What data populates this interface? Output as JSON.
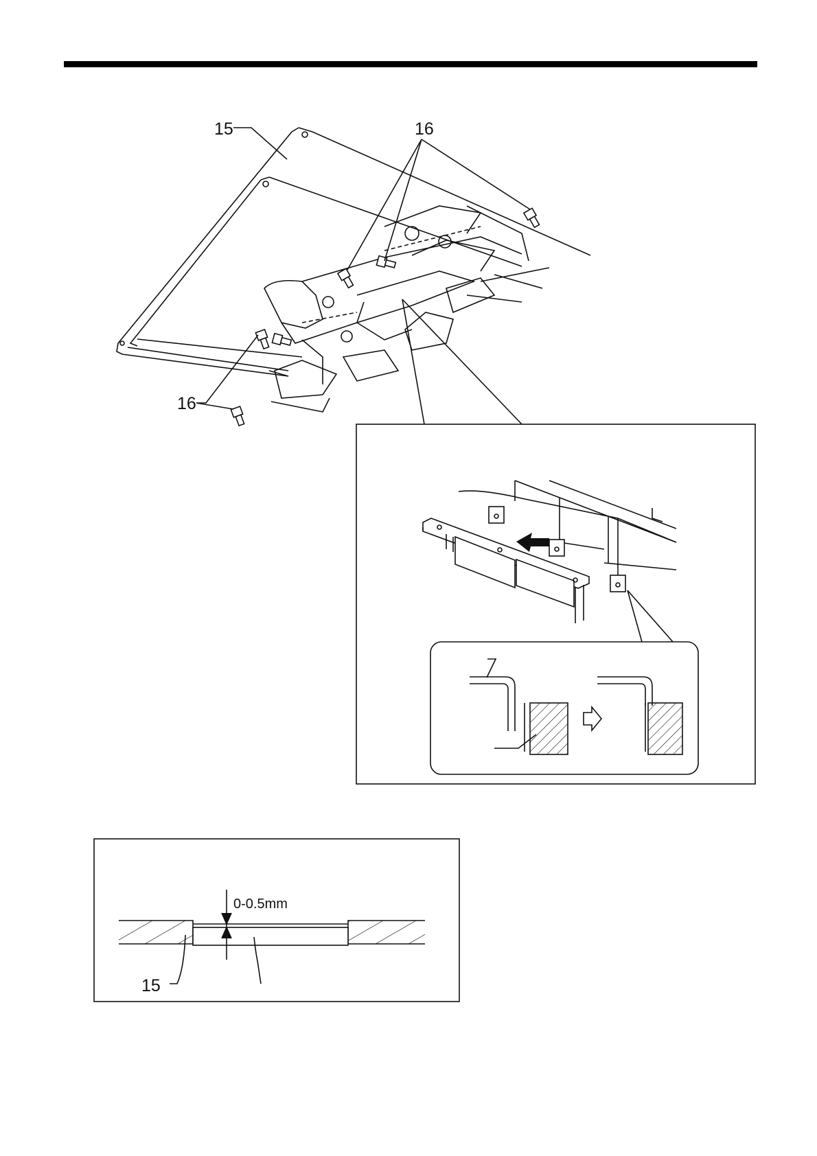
{
  "header": {
    "rule": "top-rule"
  },
  "main_figure": {
    "labels": {
      "cover": "15",
      "screws_top": "16",
      "screws_bottom": "16"
    }
  },
  "detail_box": {
    "arrow_icon": "hollow-arrow-icon"
  },
  "gap_figure": {
    "gap_label": "0-0.5mm",
    "part_label": "15"
  },
  "colors": {
    "line": "#111111",
    "background": "#ffffff"
  }
}
